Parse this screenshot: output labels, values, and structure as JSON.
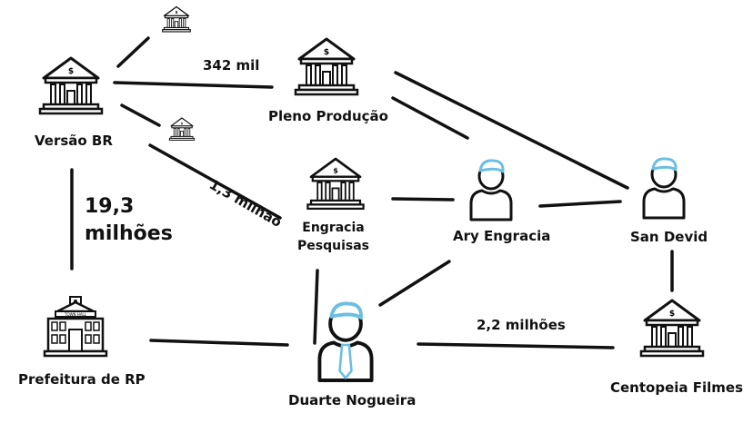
{
  "nodes": {
    "versao": {
      "label": "Versão BR",
      "icon": "bank-icon"
    },
    "pleno": {
      "label": "Pleno Produção",
      "icon": "bank-icon"
    },
    "engracia_pesq": {
      "label_line1": "Engracia",
      "label_line2": "Pesquisas",
      "icon": "bank-icon"
    },
    "ary": {
      "label": "Ary Engracia",
      "icon": "person-icon"
    },
    "san": {
      "label": "San Devid",
      "icon": "person-icon"
    },
    "prefeitura": {
      "label": "Prefeitura de RP",
      "icon": "town-hall-icon"
    },
    "duarte": {
      "label": "Duarte Nogueira",
      "icon": "person-with-tie-icon"
    },
    "centopeia": {
      "label": "Centopeia Filmes",
      "icon": "bank-icon"
    }
  },
  "edges": {
    "versao_pleno": "342 mil",
    "versao_engracia": "1,3 milhão",
    "versao_prefeitura_line1": "19,3",
    "versao_prefeitura_line2": "milhões",
    "duarte_centopeia": "2,2 milhões"
  },
  "colors": {
    "line": "#111111",
    "hair": "#6cbfe0",
    "building": "#111111"
  }
}
